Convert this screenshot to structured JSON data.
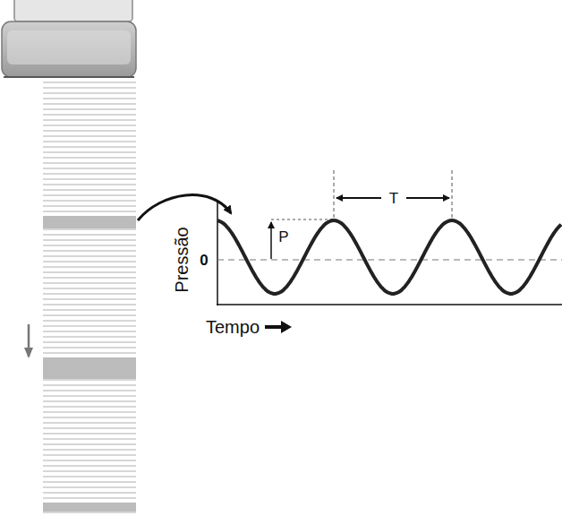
{
  "diagram": {
    "labels": [
      "Pressão",
      "P",
      "0",
      "T",
      "Tempo"
    ]
  }
}
